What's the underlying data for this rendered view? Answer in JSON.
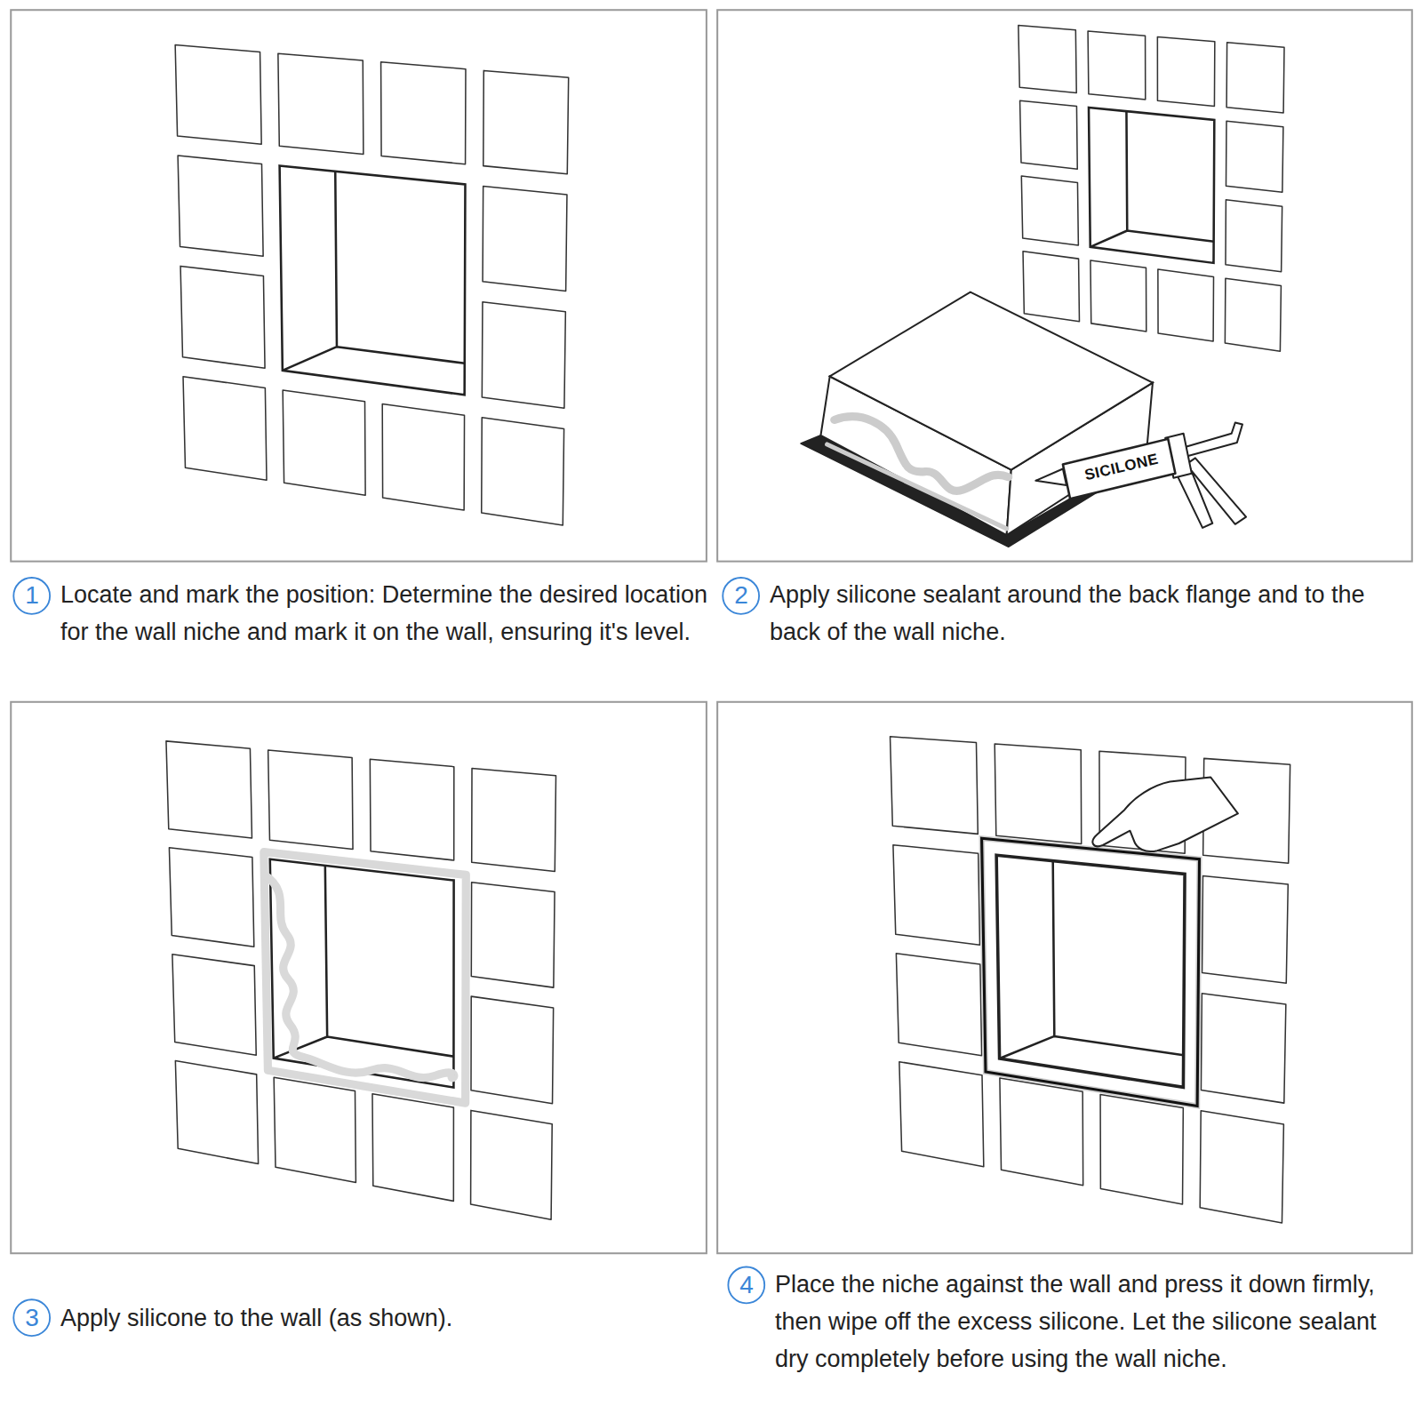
{
  "diagram": {
    "labels": [
      "SICILONE",
      "1",
      "Locate and mark the position: Determine the desired location for the wall niche and mark it on the wall, ensuring it's level.",
      "2",
      "Apply silicone sealant around the back flange and to the back of the wall niche.",
      "3",
      "Apply silicone to the wall (as shown).",
      "4",
      "Place the niche against the wall and press it down firmly, then wipe off the excess silicone. Let the silicone sealant dry completely before using the wall niche."
    ]
  }
}
